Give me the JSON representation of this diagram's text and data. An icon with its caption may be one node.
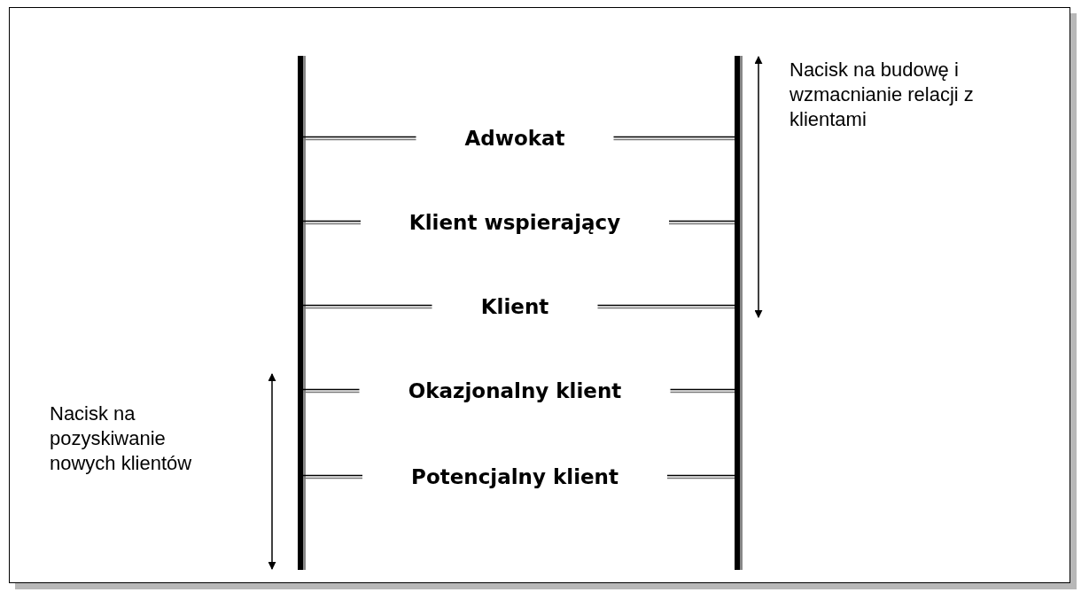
{
  "diagram": {
    "nodes": [
      {
        "text": [
          "Adwokat"
        ]
      },
      {
        "text": [
          "Klient wspierający"
        ]
      },
      {
        "text": [
          "Klient"
        ]
      },
      {
        "text": [
          "Okazjonalny klient"
        ]
      },
      {
        "text": [
          "Potencjalny klient"
        ]
      }
    ],
    "labels": [
      "Nacisk na budowę i wzmacnianie relacji z klientami",
      "Nacisk na pozyskiwanie nowych klientów"
    ]
  }
}
